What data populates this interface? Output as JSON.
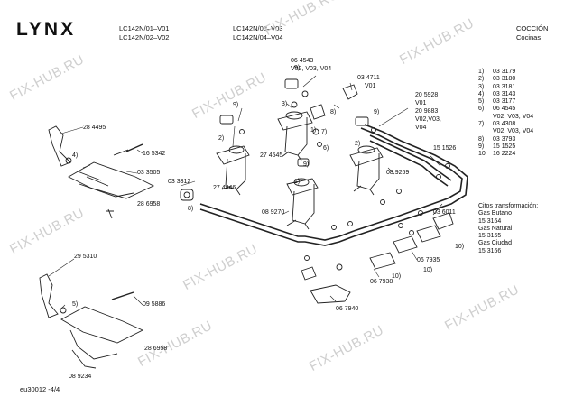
{
  "brand": "LYNX",
  "header": {
    "models_left": [
      "LC142N/01–V01",
      "LC142N/02–V02"
    ],
    "models_right": [
      "LC142N/03–V03",
      "LC142N/04–V04"
    ],
    "category": [
      "COCCIÓN",
      "Cocinas"
    ]
  },
  "footer": {
    "ref": "eu30012 -4/4"
  },
  "watermark": "FIX-HUB.RU",
  "labels": {
    "p06_4543": "06 4543",
    "v02v03v04_top": "V02, V03, V04",
    "p03_4711": "03 4711",
    "v01_top": "V01",
    "p20_5928": "20 5928",
    "v01_mid": "V01",
    "p20_9883": "20 9883",
    "v02v03": "V02,V03,",
    "v04": "V04",
    "p28_4495": "28 4495",
    "p16_5342": "16 5342",
    "p03_3505": "03 3505",
    "p28_6958_a": "28 6958",
    "p03_3312": "03 3312",
    "p27_4446": "27 4446",
    "p27_4545": "27 4545",
    "p08_9270": "08 9270",
    "p08_9269": "08 9269",
    "p15_1526": "15 1526",
    "p03_6011": "03 6011",
    "p06_7935": "06 7935",
    "p06_7938": "06 7938",
    "p06_7940": "06 7940",
    "p29_5310": "29 5310",
    "p09_5886": "09 5886",
    "p28_6958_b": "28 6958",
    "p08_9234": "08 9234",
    "n9a": "9)",
    "n3a": "3)",
    "n8a": "8)",
    "n9b": "9)",
    "n9c": "9)",
    "n2a": "2)",
    "n1a": "1)",
    "n7a": "7)",
    "n6a": "6)",
    "n2b": "2)",
    "n9d": "9)",
    "n4a": "4)",
    "n8b": "8)",
    "n1b": "1)",
    "n10a": "10)",
    "n10b": "10)",
    "n10c": "10)",
    "n5a": "5)"
  },
  "parts_list": [
    {
      "n": "1)",
      "v": "03 3179"
    },
    {
      "n": "2)",
      "v": "03 3180"
    },
    {
      "n": "3)",
      "v": "03 3181"
    },
    {
      "n": "4)",
      "v": "03 3143"
    },
    {
      "n": "5)",
      "v": "03 3177"
    },
    {
      "n": "6)",
      "v": "06 4545"
    },
    {
      "n": "",
      "v": "V02, V03, V04"
    },
    {
      "n": "7)",
      "v": "03 4308"
    },
    {
      "n": "",
      "v": "V02, V03, V04"
    },
    {
      "n": "8)",
      "v": "03 3793"
    },
    {
      "n": "9)",
      "v": "15 1525"
    },
    {
      "n": "10",
      "v": "16 2224"
    }
  ],
  "conversion": [
    "Citos  transformación:",
    "Gas Butano",
    "15 3164",
    "Gas Natural",
    "15 3165",
    "Gas Ciudad",
    "15 3166"
  ]
}
